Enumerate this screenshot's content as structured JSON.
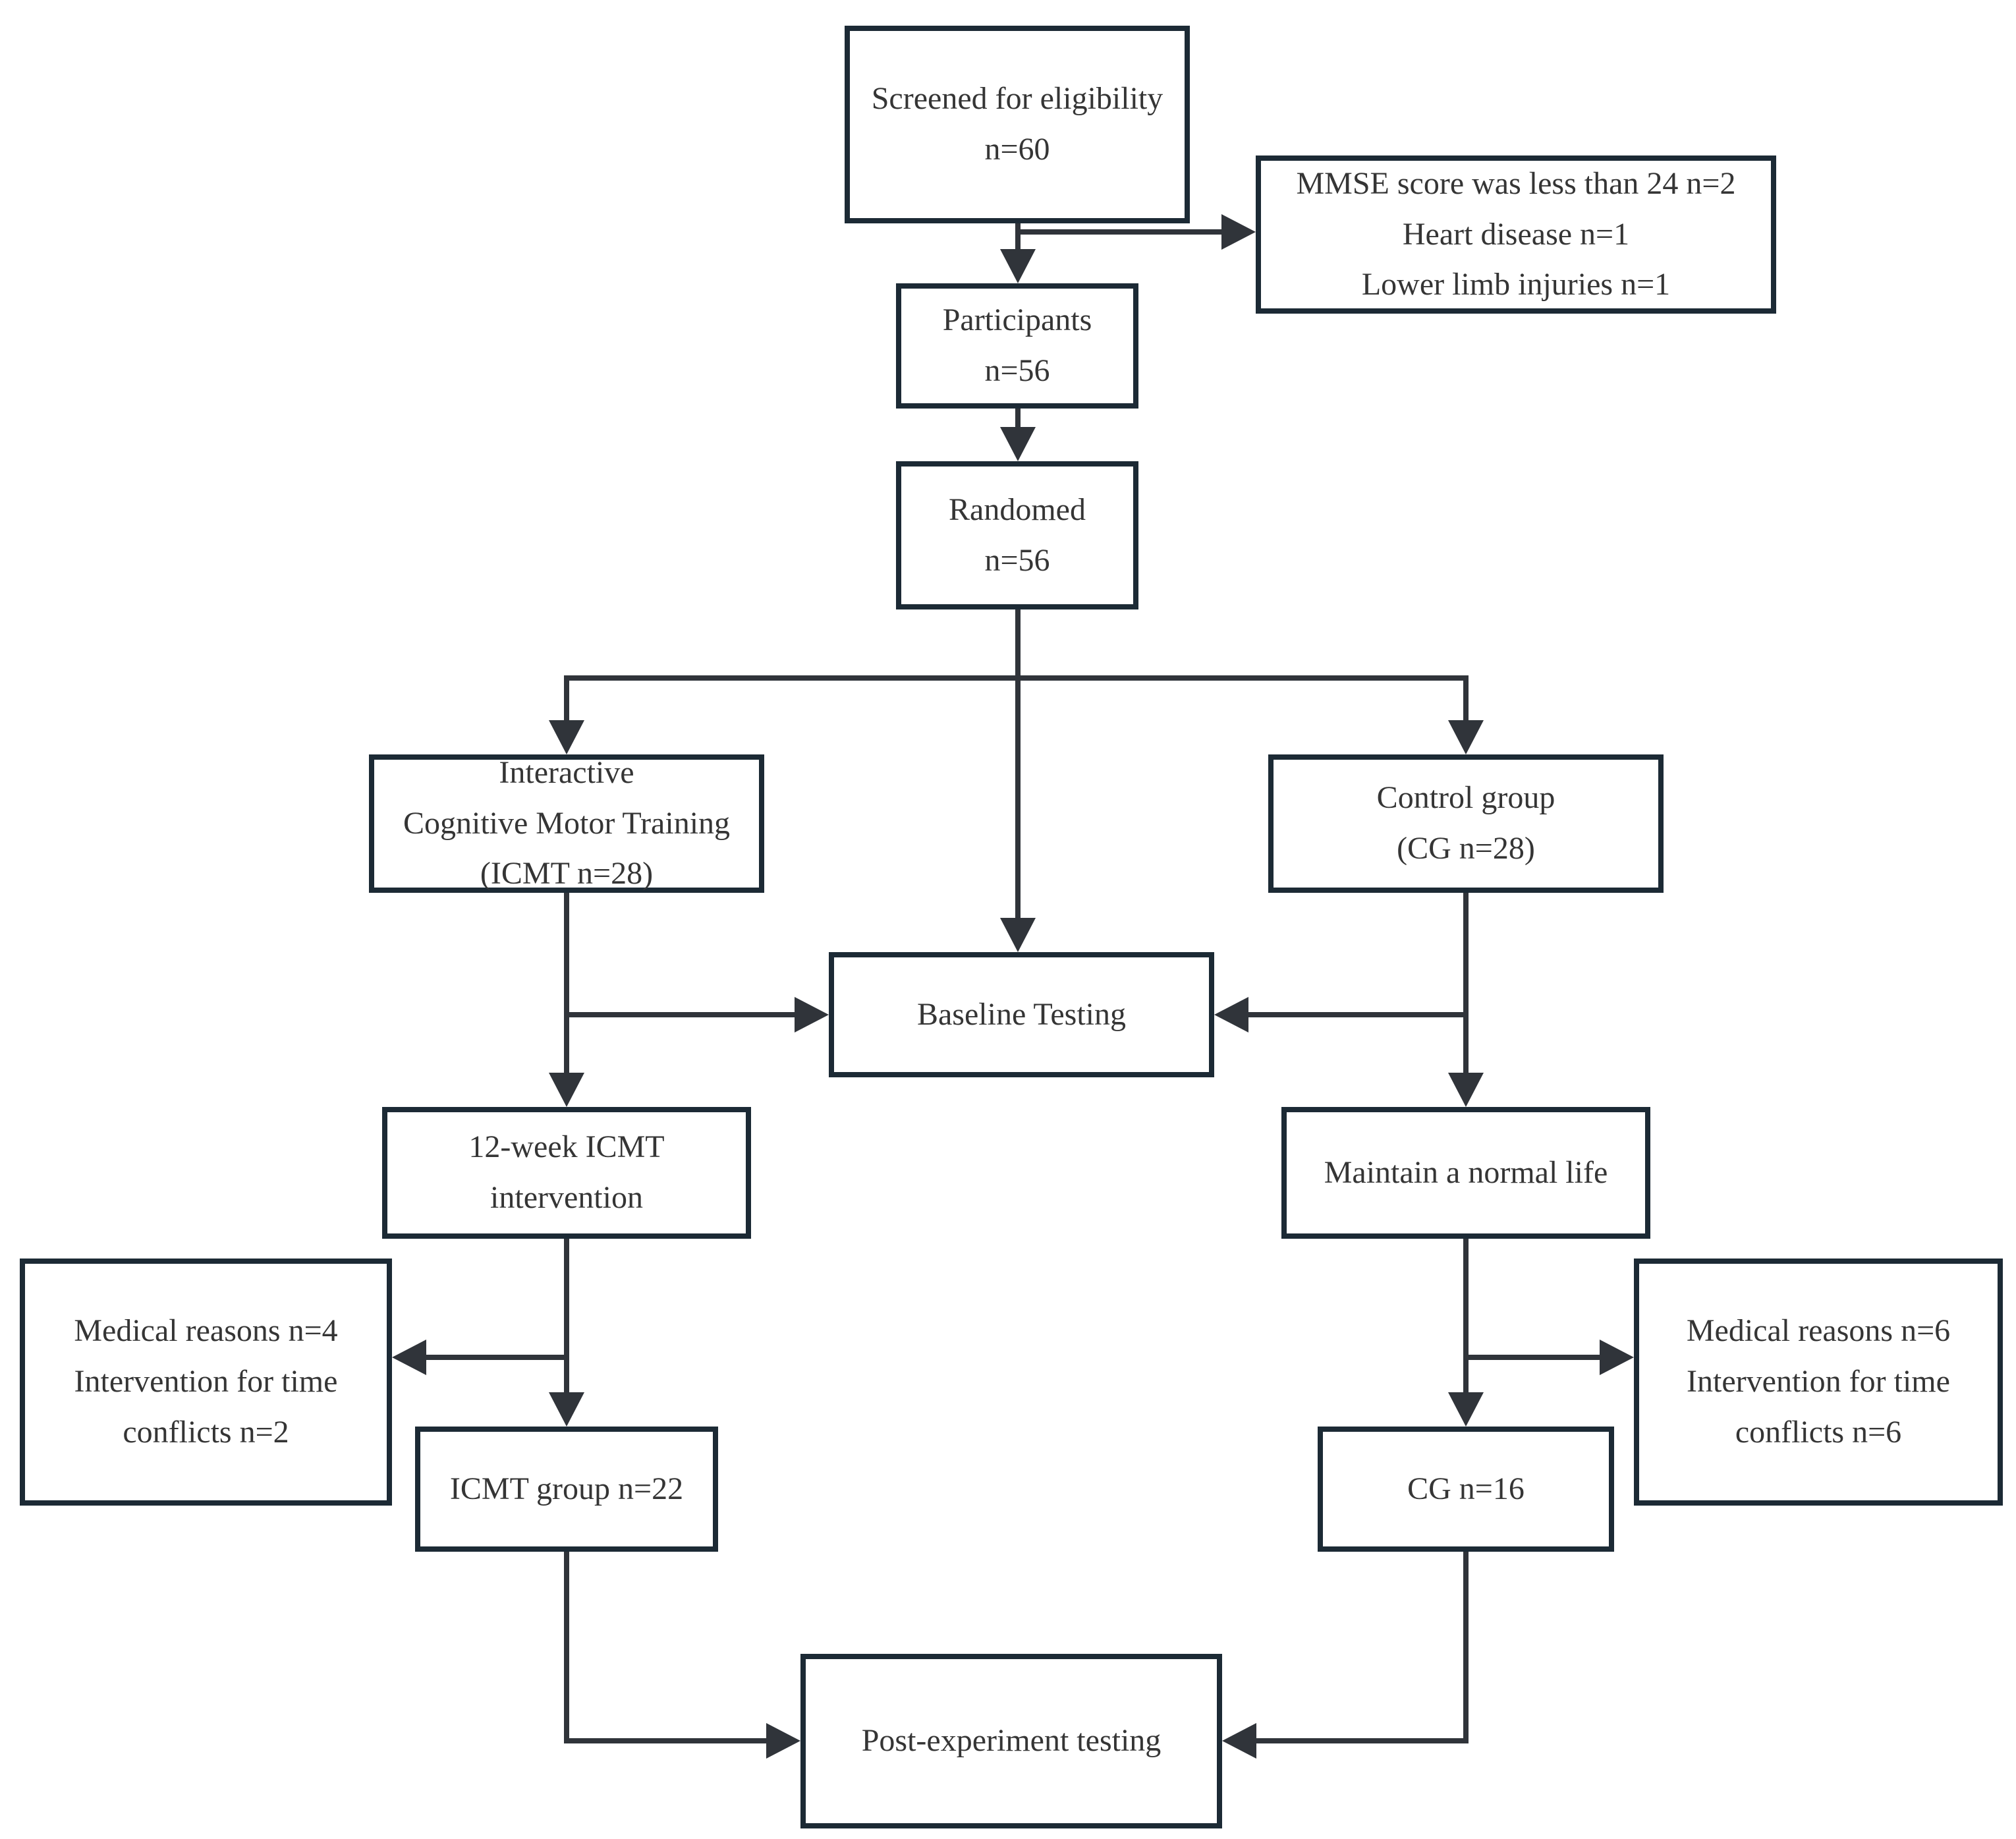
{
  "diagram": {
    "nodes": {
      "screened": {
        "text": "Screened for eligibility\nn=60"
      },
      "excluded": {
        "text": "MMSE score was less than 24 n=2\nHeart disease n=1\nLower limb injuries n=1"
      },
      "participants": {
        "text": "Participants\nn=56"
      },
      "randomed": {
        "text": "Randomed\nn=56"
      },
      "icmt": {
        "text": "Interactive\nCognitive Motor Training\n(ICMT n=28)"
      },
      "control": {
        "text": "Control group\n(CG n=28)"
      },
      "baseline": {
        "text": "Baseline Testing"
      },
      "intervention": {
        "text": "12-week ICMT\nintervention"
      },
      "maintain": {
        "text": "Maintain a normal life"
      },
      "dropout_left": {
        "text": "Medical reasons n=4\nIntervention for time\nconflicts n=2"
      },
      "dropout_right": {
        "text": "Medical reasons n=6\nIntervention for time\nconflicts n=6"
      },
      "icmt_group": {
        "text": "ICMT group n=22"
      },
      "cg_group": {
        "text": "CG n=16"
      },
      "post": {
        "text": "Post-experiment testing"
      }
    },
    "edges": [
      {
        "from": "screened",
        "to": "excluded"
      },
      {
        "from": "screened",
        "to": "participants"
      },
      {
        "from": "participants",
        "to": "randomed"
      },
      {
        "from": "randomed",
        "to": "icmt"
      },
      {
        "from": "randomed",
        "to": "control"
      },
      {
        "from": "randomed",
        "to": "baseline"
      },
      {
        "from": "icmt",
        "to": "baseline"
      },
      {
        "from": "control",
        "to": "baseline"
      },
      {
        "from": "icmt",
        "to": "intervention"
      },
      {
        "from": "control",
        "to": "maintain"
      },
      {
        "from": "intervention",
        "to": "dropout_left"
      },
      {
        "from": "intervention",
        "to": "icmt_group"
      },
      {
        "from": "maintain",
        "to": "dropout_right"
      },
      {
        "from": "maintain",
        "to": "cg_group"
      },
      {
        "from": "icmt_group",
        "to": "post"
      },
      {
        "from": "cg_group",
        "to": "post"
      }
    ],
    "colors": {
      "box_border": "#1c2a35",
      "connector": "#30343a",
      "text": "#353535",
      "background": "#ffffff"
    }
  }
}
